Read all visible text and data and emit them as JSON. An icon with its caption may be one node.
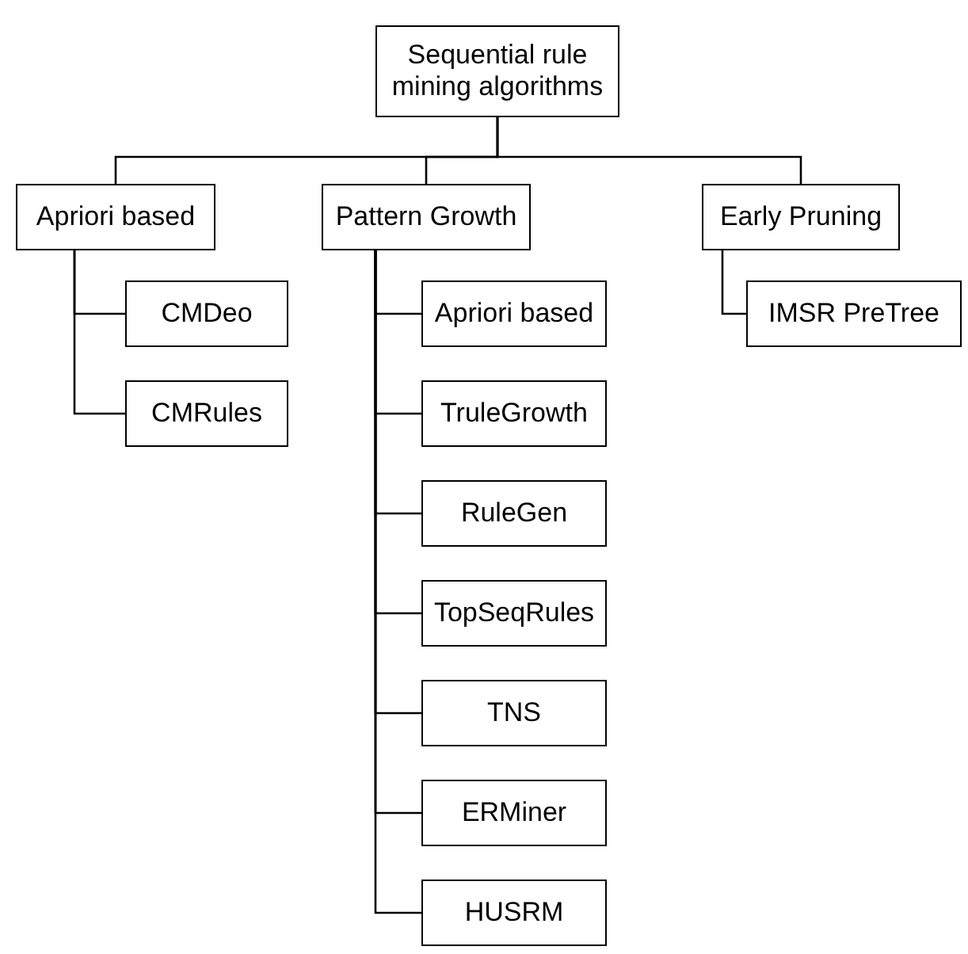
{
  "diagram": {
    "nodes": [
      {
        "text": [
          "Sequential rule mining algorithms"
        ]
      },
      {
        "text": [
          "Apriori based"
        ]
      },
      {
        "text": [
          "Pattern Growth"
        ]
      },
      {
        "text": [
          "Early Pruning"
        ]
      },
      {
        "text": [
          "CMDeo"
        ]
      },
      {
        "text": [
          "CMRules"
        ]
      },
      {
        "text": [
          "Apriori based"
        ]
      },
      {
        "text": [
          "TruleGrowth"
        ]
      },
      {
        "text": [
          "RuleGen"
        ]
      },
      {
        "text": [
          "TopSeqRules"
        ]
      },
      {
        "text": [
          "TNS"
        ]
      },
      {
        "text": [
          "ERMiner"
        ]
      },
      {
        "text": [
          "HUSRM"
        ]
      },
      {
        "text": [
          "IMSR PreTree"
        ]
      }
    ],
    "edges": [
      {
        "from": 0,
        "to": 1,
        "arrow": "none"
      },
      {
        "from": 0,
        "to": 2,
        "arrow": "none"
      },
      {
        "from": 0,
        "to": 3,
        "arrow": "none"
      },
      {
        "from": 1,
        "to": 4,
        "arrow": "none"
      },
      {
        "from": 1,
        "to": 5,
        "arrow": "none"
      },
      {
        "from": 2,
        "to": 6,
        "arrow": "none"
      },
      {
        "from": 2,
        "to": 7,
        "arrow": "none"
      },
      {
        "from": 2,
        "to": 8,
        "arrow": "none"
      },
      {
        "from": 2,
        "to": 9,
        "arrow": "none"
      },
      {
        "from": 2,
        "to": 10,
        "arrow": "none"
      },
      {
        "from": 2,
        "to": 11,
        "arrow": "none"
      },
      {
        "from": 2,
        "to": 12,
        "arrow": "none"
      },
      {
        "from": 3,
        "to": 13,
        "arrow": "none"
      }
    ]
  }
}
